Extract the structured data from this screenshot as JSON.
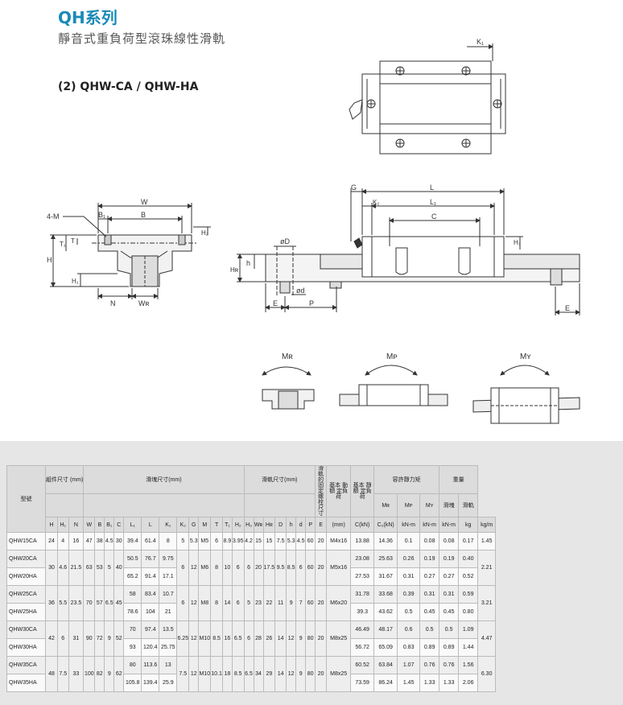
{
  "header": {
    "series_title": "QH系列",
    "subtitle": "靜音式重負荷型滾珠線性滑軌",
    "model_label": "(2) QHW-CA / QHW-HA"
  },
  "diagram": {
    "top_view": {
      "k1": "K₁"
    },
    "front_view": {
      "w": "W",
      "b": "B",
      "b1": "B₁",
      "m": "4-M",
      "t1": "T₁",
      "t": "T",
      "h": "H",
      "h1": "H₁",
      "h2": "H₂",
      "n": "N",
      "wr": "Wʀ"
    },
    "side_view": {
      "g": "G",
      "l": "L",
      "k2": "K₂",
      "l1": "L₁",
      "c": "C",
      "h3": "H₃",
      "hr": "Hʀ",
      "h_small": "h",
      "d_big": "øD",
      "d_small": "ød",
      "e": "E",
      "p": "P",
      "e2": "E"
    },
    "moments": {
      "mr": "Mʀ",
      "mp": "Mᴘ",
      "my": "Mʏ"
    }
  },
  "table": {
    "groups": {
      "model": "型號",
      "assembly": "組件尺寸 (mm)",
      "block": "滑塊尺寸(mm)",
      "rail": "滑軌尺寸(mm)",
      "bolt": "滑軌的 固定螺 栓尺寸",
      "dynamic": "基本 動額 定負荷",
      "static": "基本 靜額 定負荷",
      "moment": "容許靜力矩",
      "weight": "重量"
    },
    "moment_cols": [
      "Mʀ",
      "Mᴘ",
      "Mʏ"
    ],
    "weight_cols": [
      "滑塊",
      "滑軌"
    ],
    "subcols": [
      "H",
      "H₁",
      "N",
      "W",
      "B",
      "B₁",
      "C",
      "L₁",
      "L",
      "K₁",
      "K₂",
      "G",
      "M",
      "T",
      "T₁",
      "H₂",
      "H₃",
      "Wʀ",
      "Hʀ",
      "D",
      "h",
      "d",
      "P",
      "E",
      "(mm)",
      "C(kN)",
      "C₀(kN)",
      "kN-m",
      "kN-m",
      "kN-m",
      "kg",
      "kg/m"
    ],
    "rows": [
      [
        "QHW15CA",
        "24",
        "4",
        "16",
        "47",
        "38",
        "4.5",
        "30",
        "39.4",
        "61.4",
        "8",
        "5",
        "5.3",
        "M5",
        "6",
        "8.9",
        "3.95",
        "4.2",
        "15",
        "15",
        "7.5",
        "5.3",
        "4.5",
        "60",
        "20",
        "M4x16",
        "13.88",
        "14.36",
        "0.1",
        "0.08",
        "0.08",
        "0.17",
        "1.45"
      ],
      [
        "QHW20CA",
        "30",
        "4.6",
        "21.5",
        "63",
        "53",
        "5",
        "40",
        "50.5",
        "76.7",
        "9.75",
        "6",
        "12",
        "M6",
        "8",
        "10",
        "6",
        "6",
        "20",
        "17.5",
        "9.5",
        "8.5",
        "6",
        "60",
        "20",
        "M5x16",
        "23.08",
        "25.63",
        "0.26",
        "0.19",
        "0.19",
        "0.40",
        "2.21"
      ],
      [
        "QHW20HA",
        "",
        "",
        "",
        "",
        "",
        "",
        "",
        "65.2",
        "91.4",
        "17.1",
        "",
        "",
        "",
        "",
        "",
        "",
        "",
        "",
        "",
        "",
        "",
        "",
        "",
        "",
        "",
        "27.53",
        "31.67",
        "0.31",
        "0.27",
        "0.27",
        "0.52",
        ""
      ],
      [
        "QHW25CA",
        "36",
        "5.5",
        "23.5",
        "70",
        "57",
        "6.5",
        "45",
        "58",
        "83.4",
        "10.7",
        "6",
        "12",
        "M8",
        "8",
        "14",
        "6",
        "5",
        "23",
        "22",
        "11",
        "9",
        "7",
        "60",
        "20",
        "M6x20",
        "31.78",
        "33.68",
        "0.39",
        "0.31",
        "0.31",
        "0.59",
        "3.21"
      ],
      [
        "QHW25HA",
        "",
        "",
        "",
        "",
        "",
        "",
        "",
        "78.6",
        "104",
        "21",
        "",
        "",
        "",
        "",
        "",
        "",
        "",
        "",
        "",
        "",
        "",
        "",
        "",
        "",
        "",
        "39.3",
        "43.62",
        "0.5",
        "0.45",
        "0.45",
        "0.80",
        ""
      ],
      [
        "QHW30CA",
        "42",
        "6",
        "31",
        "90",
        "72",
        "9",
        "52",
        "70",
        "97.4",
        "13.5",
        "6.25",
        "12",
        "M10",
        "8.5",
        "16",
        "6.5",
        "6",
        "28",
        "26",
        "14",
        "12",
        "9",
        "80",
        "20",
        "M8x25",
        "46.49",
        "48.17",
        "0.6",
        "0.5",
        "0.5",
        "1.09",
        "4.47"
      ],
      [
        "QHW30HA",
        "",
        "",
        "",
        "",
        "",
        "",
        "",
        "93",
        "120.4",
        "25.75",
        "",
        "",
        "",
        "",
        "",
        "",
        "",
        "",
        "",
        "",
        "",
        "",
        "",
        "",
        "",
        "56.72",
        "65.09",
        "0.83",
        "0.89",
        "0.89",
        "1.44",
        ""
      ],
      [
        "QHW35CA",
        "48",
        "7.5",
        "33",
        "100",
        "82",
        "9",
        "62",
        "80",
        "113.6",
        "13",
        "7.5",
        "12",
        "M10",
        "10.1",
        "18",
        "8.5",
        "6.5",
        "34",
        "29",
        "14",
        "12",
        "9",
        "80",
        "20",
        "M8x25",
        "60.52",
        "63.84",
        "1.07",
        "0.76",
        "0.76",
        "1.56",
        "6.30"
      ],
      [
        "QHW35HA",
        "",
        "",
        "",
        "",
        "",
        "",
        "",
        "105.8",
        "139.4",
        "25.9",
        "",
        "",
        "",
        "",
        "",
        "",
        "",
        "",
        "",
        "",
        "",
        "",
        "",
        "",
        "",
        "73.59",
        "86.24",
        "1.45",
        "1.33",
        "1.33",
        "2.06",
        ""
      ]
    ]
  }
}
